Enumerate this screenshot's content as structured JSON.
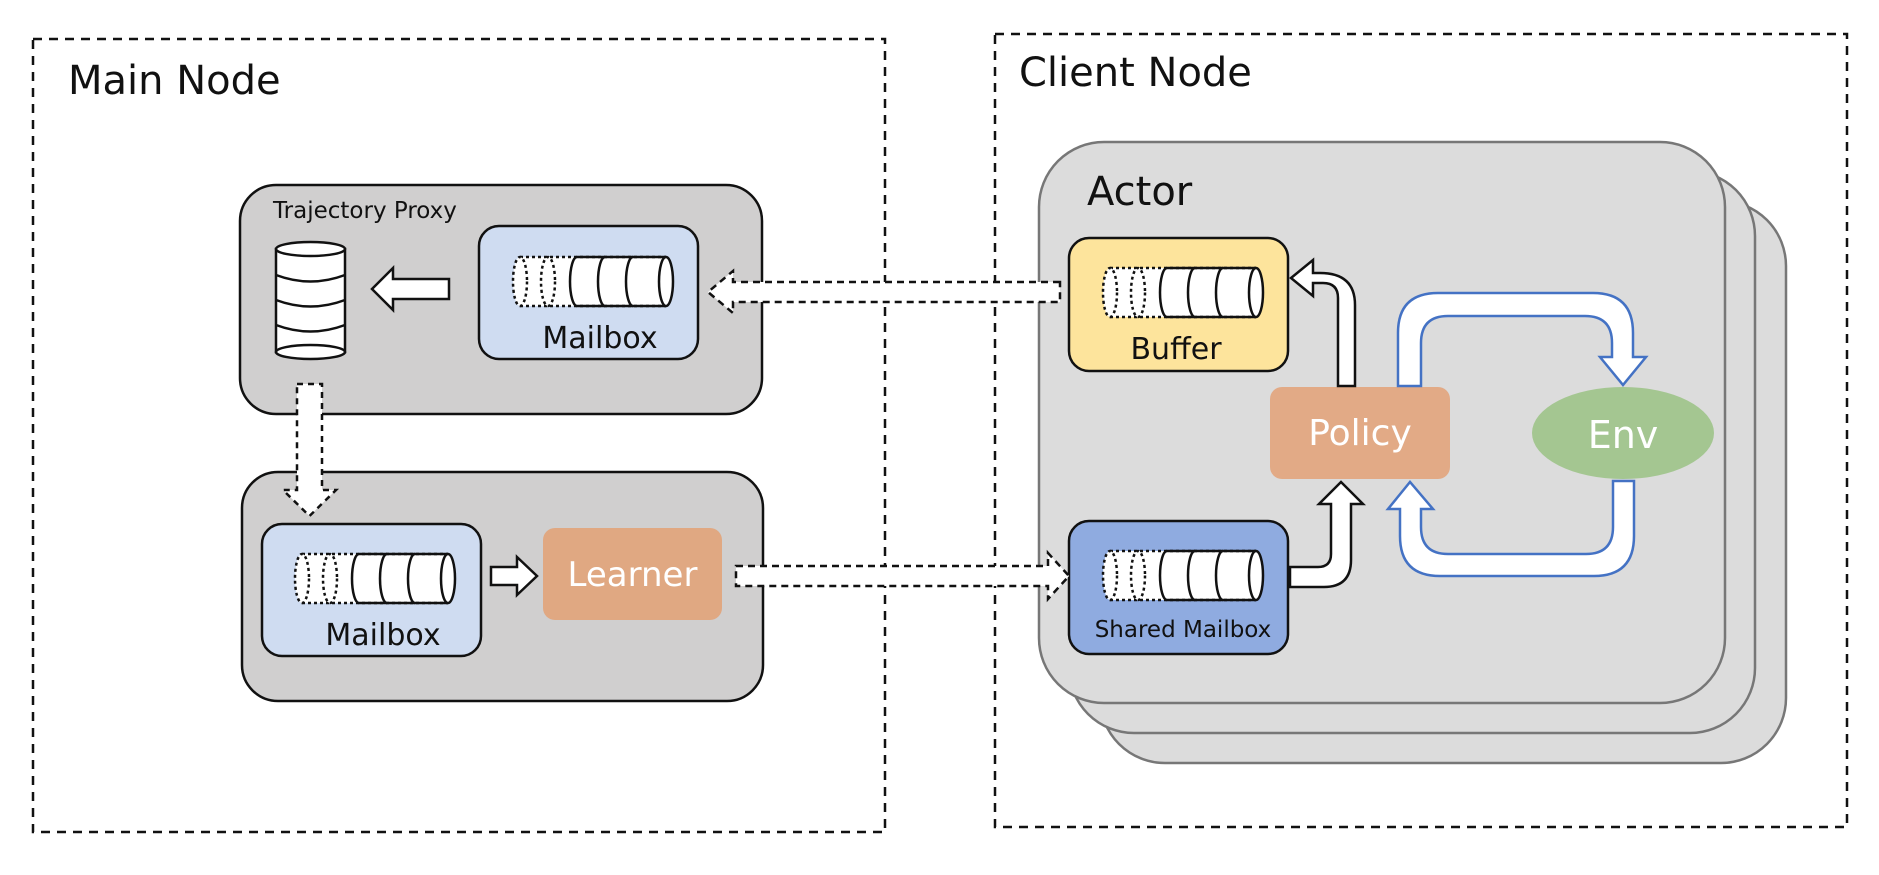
{
  "main_node": {
    "title": "Main Node",
    "trajectory_proxy": {
      "label": "Trajectory Proxy",
      "mailbox_label": "Mailbox"
    },
    "learner_group": {
      "mailbox_label": "Mailbox",
      "learner_label": "Learner"
    }
  },
  "client_node": {
    "title": "Client Node",
    "actor": {
      "label": "Actor",
      "buffer_label": "Buffer",
      "policy_label": "Policy",
      "env_label": "Env",
      "shared_mailbox_label": "Shared Mailbox"
    }
  },
  "colors": {
    "mailbox_fill": "#cfdcf1",
    "shared_mailbox_fill": "#8fabe0",
    "buffer_fill": "#fde49c",
    "learner_fill": "#e0a882",
    "policy_fill": "#e2aa86",
    "env_fill": "#a4c691",
    "loop_stroke": "#4472c4",
    "group_fill": "#d0cfcf",
    "actor_fill": "#dcdcdc"
  }
}
